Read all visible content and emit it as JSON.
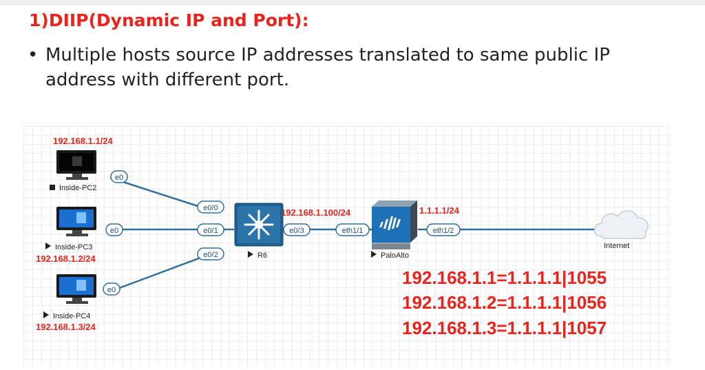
{
  "slide": {
    "title": "1)DIIP(Dynamic IP and Port):",
    "bullet_char": "•",
    "bullet": "Multiple hosts source IP addresses translated to same public IP address with different port."
  },
  "diagram": {
    "pc2": {
      "ip": "192.168.1.1/24",
      "name": "Inside-PC2",
      "port": "e0"
    },
    "pc3": {
      "ip": "192.168.1.2/24",
      "name": "Inside-PC3",
      "port": "e0"
    },
    "pc4": {
      "ip": "192.168.1.3/24",
      "name": "Inside-PC4",
      "port": "e0"
    },
    "r6": {
      "name": "R6",
      "ports": [
        "e0/0",
        "e0/1",
        "e0/2",
        "e0/3"
      ],
      "ip": "192.168.1.100/24"
    },
    "paloalto": {
      "name": "PaloAlto",
      "port_in": "eth1/1",
      "port_out": "eth1/2",
      "ip": "1.1.1.1/24"
    },
    "internet": {
      "name": "Internet"
    }
  },
  "nat_table": [
    "192.168.1.1=1.1.1.1|1055",
    "192.168.1.2=1.1.1.1|1056",
    "192.168.1.3=1.1.1.1|1057"
  ],
  "colors": {
    "accent": "#e8241c",
    "link": "#2f6f9c",
    "device": "#1f5f8f"
  }
}
